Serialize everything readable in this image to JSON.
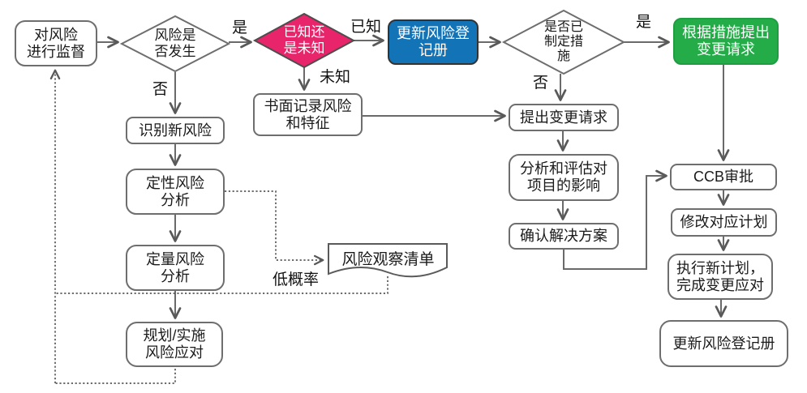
{
  "colors": {
    "pink_diamond": "#E8246B",
    "blue_box": "#1273B7",
    "green_box": "#23AC47",
    "connector_gray": "#595959",
    "box_border_gray": "#6E6E6E",
    "text_dark": "#1A1A1A"
  },
  "nodes": {
    "monitor": {
      "label": "对风险\n进行监督"
    },
    "risk_occurred": {
      "label": "风险是\n否发生"
    },
    "known_or_unknown": {
      "label": "已知还\n是未知"
    },
    "update_register": {
      "label": "更新风险登\n记册"
    },
    "measures_defined": {
      "label": "是否已\n制定措\n施"
    },
    "change_request_from_measures": {
      "label": "根据措施提出\n变更请求"
    },
    "document_risk": {
      "label": "书面记录风险\n和特征"
    },
    "identify_new_risk": {
      "label": "识别新风险"
    },
    "qualitative_analysis": {
      "label": "定性风险\n分析"
    },
    "quantitative_analysis": {
      "label": "定量风险\n分析"
    },
    "plan_implement_response": {
      "label": "规划/实施\n风险应对"
    },
    "watch_list": {
      "label": "风险观察清单"
    },
    "submit_change_request": {
      "label": "提出变更请求"
    },
    "analyze_impact": {
      "label": "分析和评估对\n项目的影响"
    },
    "confirm_solution": {
      "label": "确认解决方案"
    },
    "ccb_approval": {
      "label": "CCB审批"
    },
    "modify_plan": {
      "label": "修改对应计划"
    },
    "execute_new_plan": {
      "label": "执行新计划，\n完成变更应对"
    },
    "update_register_final": {
      "label": "更新风险登记册"
    }
  },
  "edge_labels": {
    "yes_1": "是",
    "no_1": "否",
    "known": "已知",
    "unknown": "未知",
    "yes_2": "是",
    "no_2": "否",
    "low_probability": "低概率"
  }
}
